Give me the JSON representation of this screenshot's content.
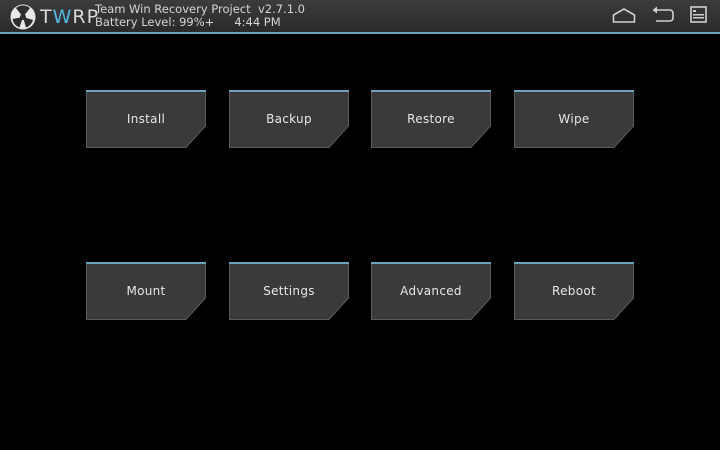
{
  "header": {
    "brand_prefix": "T",
    "brand_accent": "W",
    "brand_suffix": "RP",
    "title": "Team Win Recovery Project  v2.7.1.0",
    "battery": "Battery Level: 99%+",
    "time": "4:44 PM",
    "nav_icons": [
      "home-icon",
      "back-icon",
      "console-icon"
    ]
  },
  "menu": {
    "row1": [
      "Install",
      "Backup",
      "Restore",
      "Wipe"
    ],
    "row2": [
      "Mount",
      "Settings",
      "Advanced",
      "Reboot"
    ]
  },
  "colors": {
    "accent": "#6aa5bb",
    "button_fill": "#3a3a3a",
    "background": "#000000"
  }
}
